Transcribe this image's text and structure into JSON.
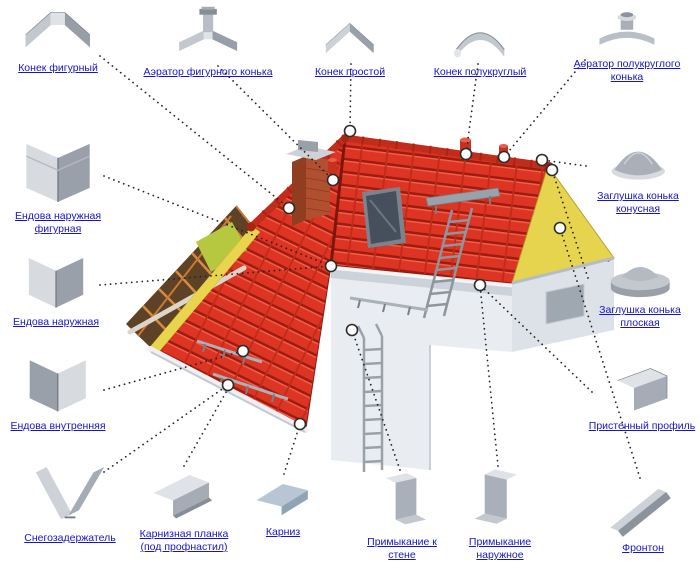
{
  "colors": {
    "link_blue": "#1515cd",
    "roof_red": "#dd3423",
    "ridge_red": "#c22d1b",
    "gable_yellow": "#e7d44e"
  },
  "items": [
    {
      "icon": "figured-ridge-icon",
      "label": "Конек фигурный"
    },
    {
      "icon": "figured-ridge-aerator-icon",
      "label": "Аэратор фигурного конька"
    },
    {
      "icon": "simple-ridge-icon",
      "label": "Конек простой"
    },
    {
      "icon": "semicircular-ridge-icon",
      "label": "Конек полукруглый"
    },
    {
      "icon": "semicircular-ridge-aerator-icon",
      "label": "Аэратор полукруглого конька"
    },
    {
      "icon": "outer-figured-valley-icon",
      "label": "Ендова наружная фигурная"
    },
    {
      "icon": "outer-valley-icon",
      "label": "Ендова наружная"
    },
    {
      "icon": "inner-valley-icon",
      "label": "Ендова внутренняя"
    },
    {
      "icon": "conical-ridge-cap-icon",
      "label": "Заглушка конька конусная"
    },
    {
      "icon": "flat-ridge-cap-icon",
      "label": "Заглушка конька плоская"
    },
    {
      "icon": "wall-profile-icon",
      "label": "Пристенный профиль"
    },
    {
      "icon": "snow-guard-icon",
      "label": "Снегозадержатель"
    },
    {
      "icon": "eaves-strip-icon",
      "label": "Карнизная планка (под профнастил)"
    },
    {
      "icon": "eaves-icon",
      "label": "Карниз"
    },
    {
      "icon": "wall-abutment-icon",
      "label": "Примыкание к стене"
    },
    {
      "icon": "outer-abutment-icon",
      "label": "Примыкание наружное"
    },
    {
      "icon": "gable-icon",
      "label": "Фронтон"
    }
  ]
}
